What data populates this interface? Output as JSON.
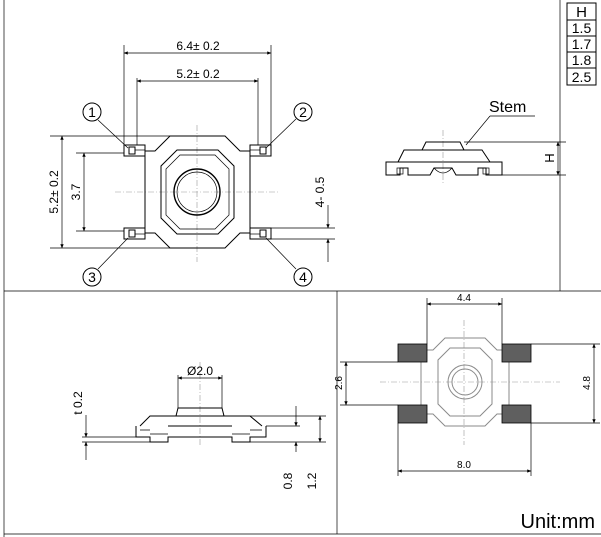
{
  "height_table": {
    "header": "H",
    "values": [
      "1.5",
      "1.7",
      "1.8",
      "2.5"
    ]
  },
  "top_view": {
    "dim_overall_width": "6.4± 0.2",
    "dim_inner_width": "5.2± 0.2",
    "dim_overall_height": "5.2± 0.2",
    "dim_inner_height": "3.7",
    "dim_terminal": "4- 0.5",
    "terminals": [
      "1",
      "2",
      "3",
      "4"
    ]
  },
  "side_view": {
    "stem_label": "Stem",
    "height_label": "H"
  },
  "front_view": {
    "dim_stem_diameter": "Ø2.0",
    "dim_thickness": "t 0.2",
    "dim_base_height": "0.8",
    "dim_body_height": "1.2"
  },
  "pcb_layout": {
    "dim_pad_spacing_x": "4.4",
    "dim_overall_x": "8.0",
    "dim_pad_spacing_y": "2.6",
    "dim_overall_y": "4.8"
  },
  "unit_label": "Unit:mm"
}
